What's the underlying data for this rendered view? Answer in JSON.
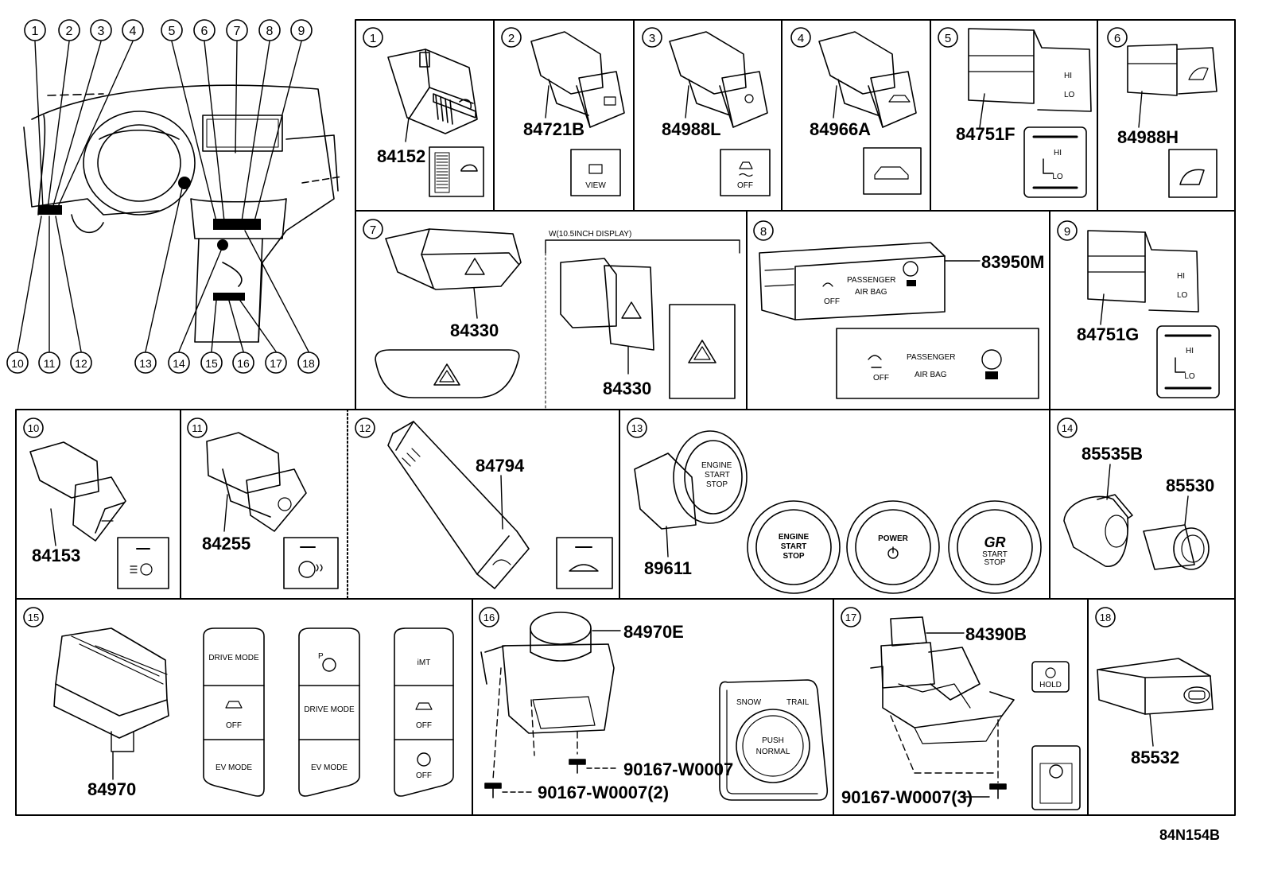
{
  "overview_callouts": [
    "1",
    "2",
    "3",
    "4",
    "5",
    "6",
    "7",
    "8",
    "9",
    "10",
    "11",
    "12",
    "13",
    "14",
    "15",
    "16",
    "17",
    "18"
  ],
  "panels": [
    {
      "num": "1",
      "parts": [
        "84152"
      ]
    },
    {
      "num": "2",
      "parts": [
        "84721B"
      ],
      "icon_text": "VIEW"
    },
    {
      "num": "3",
      "parts": [
        "84988L"
      ],
      "icon_text": "OFF"
    },
    {
      "num": "4",
      "parts": [
        "84966A"
      ]
    },
    {
      "num": "5",
      "parts": [
        "84751F"
      ],
      "icon_text": [
        "HI",
        "LO"
      ]
    },
    {
      "num": "6",
      "parts": [
        "84988H"
      ]
    },
    {
      "num": "7",
      "parts": [
        "84330",
        "84330"
      ],
      "variant_note": "W(10.5INCH DISPLAY)"
    },
    {
      "num": "8",
      "parts": [
        "83950M"
      ],
      "icon_text": [
        "PASSENGER",
        "AIR BAG",
        "OFF"
      ]
    },
    {
      "num": "9",
      "parts": [
        "84751G"
      ],
      "icon_text": [
        "HI",
        "LO"
      ]
    },
    {
      "num": "10",
      "parts": [
        "84153"
      ]
    },
    {
      "num": "11",
      "parts": [
        "84255"
      ]
    },
    {
      "num": "12",
      "parts": [
        "84794"
      ]
    },
    {
      "num": "13",
      "parts": [
        "89611"
      ],
      "buttons": [
        [
          "ENGINE",
          "START",
          "STOP"
        ],
        [
          "POWER"
        ],
        [
          "GR",
          "START",
          "STOP"
        ]
      ]
    },
    {
      "num": "14",
      "parts": [
        "85535B",
        "85530"
      ]
    },
    {
      "num": "15",
      "parts": [
        "84970"
      ],
      "button_faces": [
        [
          "DRIVE MODE",
          "OFF",
          "EV MODE"
        ],
        [
          "P",
          "DRIVE MODE",
          "EV MODE"
        ],
        [
          "iMT",
          "OFF",
          "OFF"
        ]
      ]
    },
    {
      "num": "16",
      "parts": [
        "84970E",
        "90167-W0007",
        "90167-W0007(2)"
      ],
      "dial": [
        "SNOW",
        "TRAIL",
        "PUSH",
        "NORMAL"
      ]
    },
    {
      "num": "17",
      "parts": [
        "84390B",
        "90167-W0007(3)"
      ],
      "icon_text": "HOLD"
    },
    {
      "num": "18",
      "parts": [
        "85532"
      ]
    }
  ],
  "diagram_code": "84N154B"
}
